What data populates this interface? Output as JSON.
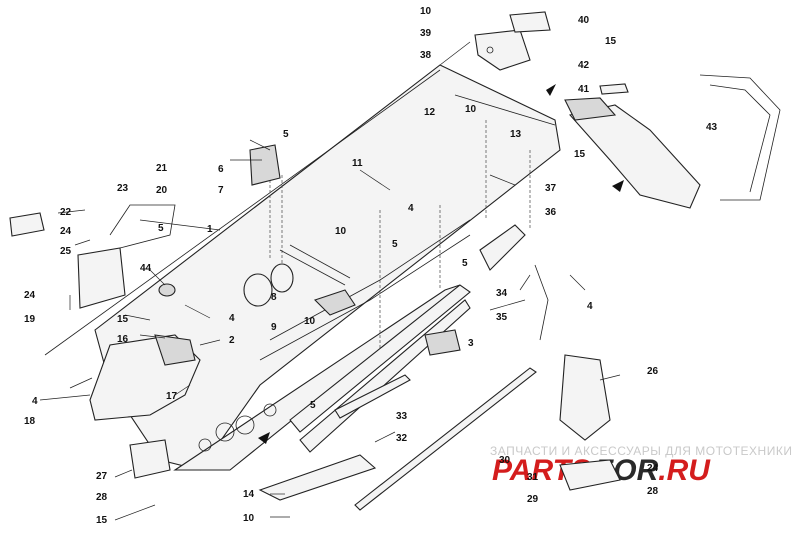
{
  "diagram": {
    "labels": [
      {
        "id": "l10a",
        "text": "10"
      },
      {
        "id": "l40",
        "text": "40"
      },
      {
        "id": "l39",
        "text": "39"
      },
      {
        "id": "l38",
        "text": "38"
      },
      {
        "id": "l15a",
        "text": "15"
      },
      {
        "id": "l42",
        "text": "42"
      },
      {
        "id": "l41",
        "text": "41"
      },
      {
        "id": "l43",
        "text": "43"
      },
      {
        "id": "l12",
        "text": "12"
      },
      {
        "id": "l10b",
        "text": "10"
      },
      {
        "id": "l13",
        "text": "13"
      },
      {
        "id": "l15b",
        "text": "15"
      },
      {
        "id": "l5a",
        "text": "5"
      },
      {
        "id": "l6",
        "text": "6"
      },
      {
        "id": "l7",
        "text": "7"
      },
      {
        "id": "l11",
        "text": "11"
      },
      {
        "id": "l37",
        "text": "37"
      },
      {
        "id": "l21",
        "text": "21"
      },
      {
        "id": "l23",
        "text": "23"
      },
      {
        "id": "l20",
        "text": "20"
      },
      {
        "id": "l4a",
        "text": "4"
      },
      {
        "id": "l36",
        "text": "36"
      },
      {
        "id": "l22",
        "text": "22"
      },
      {
        "id": "l24a",
        "text": "24"
      },
      {
        "id": "l5b",
        "text": "5"
      },
      {
        "id": "l1",
        "text": "1"
      },
      {
        "id": "l10c",
        "text": "10"
      },
      {
        "id": "l5c",
        "text": "5"
      },
      {
        "id": "l25",
        "text": "25"
      },
      {
        "id": "l44",
        "text": "44"
      },
      {
        "id": "l8",
        "text": "8"
      },
      {
        "id": "l9",
        "text": "9"
      },
      {
        "id": "l5d",
        "text": "5"
      },
      {
        "id": "l34",
        "text": "34"
      },
      {
        "id": "l4b",
        "text": "4"
      },
      {
        "id": "l24b",
        "text": "24"
      },
      {
        "id": "l19",
        "text": "19"
      },
      {
        "id": "l15c",
        "text": "15"
      },
      {
        "id": "l4c",
        "text": "4"
      },
      {
        "id": "l10d",
        "text": "10"
      },
      {
        "id": "l35",
        "text": "35"
      },
      {
        "id": "l16",
        "text": "16"
      },
      {
        "id": "l2",
        "text": "2"
      },
      {
        "id": "l3",
        "text": "3"
      },
      {
        "id": "l4d",
        "text": "4"
      },
      {
        "id": "l17",
        "text": "17"
      },
      {
        "id": "l18",
        "text": "18"
      },
      {
        "id": "l5e",
        "text": "5"
      },
      {
        "id": "l33",
        "text": "33"
      },
      {
        "id": "l26",
        "text": "26"
      },
      {
        "id": "l32",
        "text": "32"
      },
      {
        "id": "l27",
        "text": "27"
      },
      {
        "id": "l30",
        "text": "30"
      },
      {
        "id": "l24c",
        "text": "24"
      },
      {
        "id": "l31",
        "text": "31"
      },
      {
        "id": "l28a",
        "text": "28"
      },
      {
        "id": "l14",
        "text": "14"
      },
      {
        "id": "l29",
        "text": "29"
      },
      {
        "id": "l28b",
        "text": "28"
      },
      {
        "id": "l15d",
        "text": "15"
      },
      {
        "id": "l10e",
        "text": "10"
      }
    ]
  },
  "watermark": {
    "tagline": "ЗАПЧАСТИ И АКСЕССУАРЫ ДЛЯ МОТОТЕХНИКИ",
    "logo_red": "PARTS",
    "logo_dark": "FOR",
    "logo_suffix": ".RU"
  }
}
